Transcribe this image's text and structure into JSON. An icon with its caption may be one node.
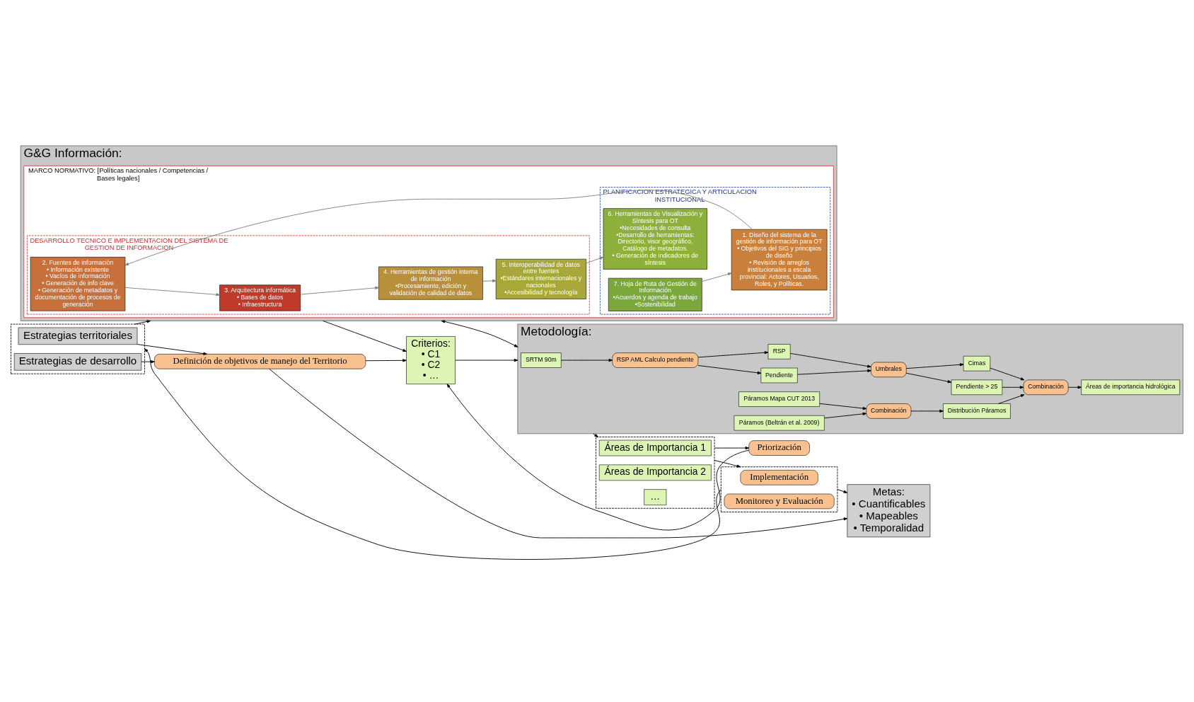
{
  "diagram": {
    "nodes": [
      {
        "text": [
          "G&G Información:"
        ]
      },
      {
        "text": [
          "MARCO NORMATIVO: [Políticas nacionales / Competencias / Bases legales]"
        ],
        "in": 0
      },
      {
        "text": [
          "DESARROLLO TECNICO E IMPLEMENTACION DEL SISTEMA DE GESTION DE INFORMACION"
        ],
        "in": 1
      },
      {
        "text": [
          "3. Arquitectura informática",
          "• Bases de datos",
          "• Infraestructura"
        ],
        "in": 2
      },
      {
        "text": [
          "2. Fuentes de información",
          "• Información existente",
          "• Vacíos de información",
          "• Generación de info clave",
          "• Generación de metadatos y documentación de procesos de generación"
        ],
        "in": 2
      },
      {
        "text": [
          "4. Herramientas de gestión interna de información",
          "•Procesamiento, edición y validación de calidad de datos"
        ],
        "in": 2
      },
      {
        "text": [
          "5. Interoperabilidad de datos entre fuentes",
          "•Estándares internacionales y nacionales",
          "•Accesibilidad y tecnología"
        ],
        "in": 2
      },
      {
        "text": [
          "PLANIFICACION ESTRATEGICA Y ARTICULACION INSTITUCIONAL"
        ],
        "in": 1
      },
      {
        "text": [
          "1. Diseño del sistema de la gestión de información para OT",
          "• Objetivos del SIG y principios de diseño",
          "• Revisión de arreglos institucionales a escala provincial: Actores, Usuarios, Roles, y Políticas."
        ],
        "in": 7
      },
      {
        "text": [
          "6. Herramientas de Visualización y Síntesis para OT",
          "•Necesidades de consulta",
          "•Desarrollo de herramientas: Directorio, visor geográfico, Catálogo de metadatos.",
          "• Generación de indicadores de síntesis"
        ],
        "in": 7
      },
      {
        "text": [
          "7. Hoja de Ruta de Gestión de Información",
          "•Acuerdos y agenda de trabajo",
          "•Sostenibilidad"
        ],
        "in": 7
      },
      {
        "text": [],
        "shape": "box"
      },
      {
        "text": [
          "Estrategias territoriales"
        ],
        "in": 11
      },
      {
        "text": [
          "Estrategias de desarrollo"
        ],
        "in": 11
      },
      {
        "text": [
          "Definición de objetivos de manejo del Territorio"
        ]
      },
      {
        "text": [
          "Criterios:",
          "• C1",
          "• C2",
          "• …"
        ]
      },
      {
        "text": [
          "Metodología:"
        ]
      },
      {
        "text": [
          "SRTM 90m"
        ],
        "in": 16
      },
      {
        "text": [
          "RSP AML Calculo pendiente"
        ],
        "in": 16
      },
      {
        "text": [
          "Pendiente"
        ],
        "in": 16
      },
      {
        "text": [
          "RSP"
        ],
        "in": 16
      },
      {
        "text": [
          "Umbrales"
        ],
        "in": 16
      },
      {
        "text": [
          "Pendiente > 25"
        ],
        "in": 16
      },
      {
        "text": [
          "Cimas"
        ],
        "in": 16
      },
      {
        "text": [
          "Páramos Mapa CUT 2013"
        ],
        "in": 16
      },
      {
        "text": [
          "Combinación"
        ],
        "in": 16
      },
      {
        "text": [
          "Distribución Páramos"
        ],
        "in": 16
      },
      {
        "text": [
          "Combinación"
        ],
        "in": 16
      },
      {
        "text": [
          "Páramos (Beltrán et al. 2009)"
        ],
        "in": 16
      },
      {
        "text": [
          "Áreas de importancia hidrológica"
        ],
        "in": 16
      },
      {
        "text": [
          "Metas:",
          "• Cuantificables",
          "• Mapeables",
          "• Temporalidad"
        ]
      },
      {
        "text": [
          "Priorización"
        ]
      },
      {
        "text": [],
        "shape": "box"
      },
      {
        "text": [
          "Áreas de Importancia 1"
        ],
        "in": 32
      },
      {
        "text": [
          "Áreas de Importancia 2"
        ],
        "in": 32
      },
      {
        "text": [
          "…"
        ],
        "in": 32
      },
      {
        "text": [],
        "shape": "box"
      },
      {
        "text": [
          "Implementación"
        ],
        "in": 36
      },
      {
        "text": [
          "Monitoreo y Evaluación"
        ],
        "in": 36
      }
    ],
    "edges": [
      {
        "from": 4,
        "to": 3,
        "arrow": "to",
        "color": "#808080"
      },
      {
        "from": 3,
        "to": 5,
        "arrow": "to",
        "color": "#808080"
      },
      {
        "from": 5,
        "to": 6,
        "arrow": "to",
        "color": "#808080"
      },
      {
        "from": 8,
        "to": 4,
        "arrow": "to",
        "color": "#808080"
      },
      {
        "from": 6,
        "to": 9,
        "arrow": "to",
        "color": "#808080"
      },
      {
        "from": 10,
        "to": 8,
        "arrow": "to",
        "color": "#808080"
      },
      {
        "from": 11,
        "to": 0,
        "arrow": "to"
      },
      {
        "from": 0,
        "to": 16,
        "arrow": "both"
      },
      {
        "from": 12,
        "to": 14,
        "arrow": "to"
      },
      {
        "from": 13,
        "to": 14,
        "arrow": "to"
      },
      {
        "from": 0,
        "to": 15,
        "arrow": "to"
      },
      {
        "from": 14,
        "to": 15,
        "arrow": "to"
      },
      {
        "from": 14,
        "to": 30,
        "arrow": "to"
      },
      {
        "from": 15,
        "to": 16,
        "arrow": "to"
      },
      {
        "from": 17,
        "to": 18,
        "arrow": "to"
      },
      {
        "from": 18,
        "to": 19,
        "arrow": "to"
      },
      {
        "from": 18,
        "to": 20,
        "arrow": "to"
      },
      {
        "from": 19,
        "to": 21,
        "arrow": "to"
      },
      {
        "from": 20,
        "to": 21,
        "arrow": "to"
      },
      {
        "from": 21,
        "to": 22,
        "arrow": "to"
      },
      {
        "from": 21,
        "to": 23,
        "arrow": "to"
      },
      {
        "from": 24,
        "to": 25,
        "arrow": "to"
      },
      {
        "from": 28,
        "to": 25,
        "arrow": "to"
      },
      {
        "from": 25,
        "to": 26,
        "arrow": "to"
      },
      {
        "from": 26,
        "to": 27,
        "arrow": "to"
      },
      {
        "from": 23,
        "to": 27,
        "arrow": "to"
      },
      {
        "from": 22,
        "to": 27,
        "arrow": "to"
      },
      {
        "from": 27,
        "to": 29,
        "arrow": "to"
      },
      {
        "from": 16,
        "to": 32,
        "arrow": "to"
      },
      {
        "from": 32,
        "to": 31,
        "arrow": "to"
      },
      {
        "from": 31,
        "to": 15,
        "arrow": "to"
      },
      {
        "from": 32,
        "to": 36,
        "arrow": "to"
      },
      {
        "from": 36,
        "to": 30,
        "arrow": "to"
      },
      {
        "from": 36,
        "to": 11,
        "arrow": "to"
      }
    ]
  }
}
